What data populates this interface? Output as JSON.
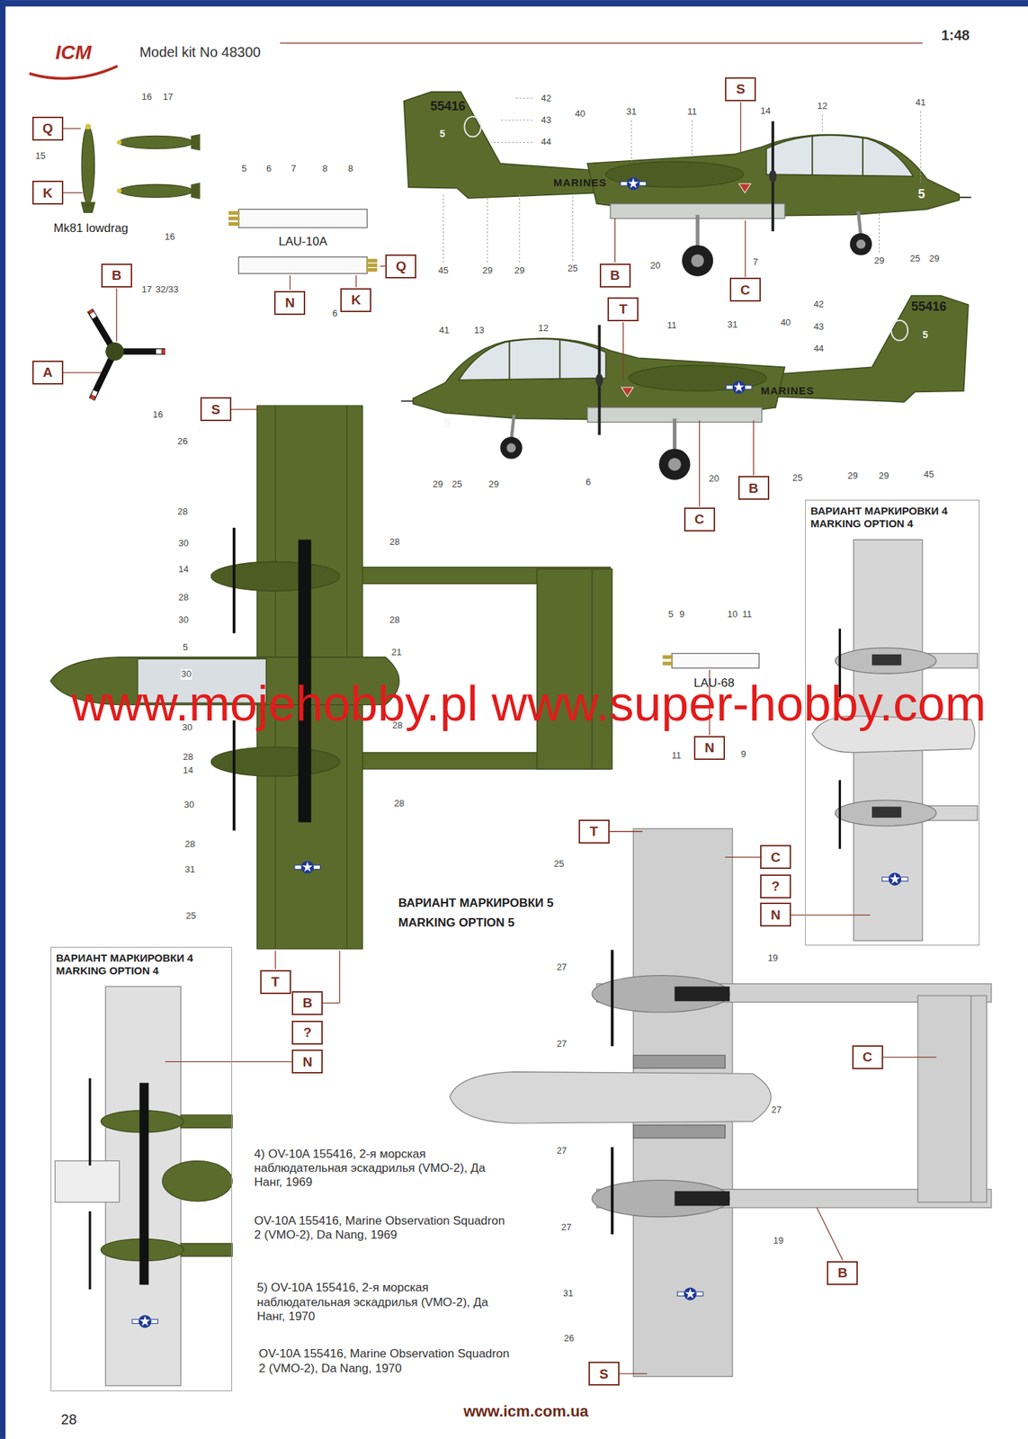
{
  "diagram": {
    "nodes": [
      {
        "text": [
          "Q"
        ]
      },
      {
        "text": [
          "K"
        ]
      },
      {
        "text": [
          "Q"
        ]
      },
      {
        "text": [
          "N"
        ]
      },
      {
        "text": [
          "K"
        ]
      },
      {
        "text": [
          "S"
        ]
      },
      {
        "text": [
          "B"
        ]
      },
      {
        "text": [
          "C"
        ]
      },
      {
        "text": [
          "B"
        ]
      },
      {
        "text": [
          "A"
        ]
      },
      {
        "text": [
          "T"
        ]
      },
      {
        "text": [
          "B"
        ]
      },
      {
        "text": [
          "C"
        ]
      },
      {
        "text": [
          "S"
        ]
      },
      {
        "text": [
          "N"
        ]
      },
      {
        "text": [
          "ВАРИАНТ МАРКИРОВКИ 4",
          "MARKING OPTION 4"
        ]
      },
      {
        "text": [
          "T"
        ]
      },
      {
        "text": [
          "C"
        ]
      },
      {
        "text": [
          "?"
        ]
      },
      {
        "text": [
          "N"
        ]
      },
      {
        "text": [
          "ВАРИАНТ МАРКИРОВКИ 4",
          "MARKING OPTION 4"
        ]
      },
      {
        "text": [
          "T"
        ]
      },
      {
        "text": [
          "B"
        ]
      },
      {
        "text": [
          "?"
        ]
      },
      {
        "text": [
          "N"
        ]
      },
      {
        "text": [
          "C"
        ]
      },
      {
        "text": [
          "B"
        ]
      },
      {
        "text": [
          "S"
        ]
      }
    ],
    "labels": [
      "ICM",
      "Model kit No 48300",
      "1:48",
      "16",
      "17",
      "15",
      "Mk81 lowdrag",
      "16",
      "5",
      "6",
      "7",
      "8",
      "8",
      "LAU-10A",
      "6",
      "17",
      "32/33",
      "16",
      "55416",
      "5",
      "MARINES",
      "5",
      "42",
      "43",
      "44",
      "40",
      "31",
      "11",
      "14",
      "12",
      "41",
      "45",
      "29",
      "29",
      "25",
      "20",
      "7",
      "29",
      "25",
      "29",
      "55416",
      "5",
      "MARINES",
      "5",
      "41",
      "13",
      "12",
      "11",
      "31",
      "40",
      "42",
      "43",
      "44",
      "29",
      "25",
      "29",
      "6",
      "20",
      "25",
      "29",
      "29",
      "45",
      "26",
      "28",
      "30",
      "14",
      "28",
      "30",
      "5",
      "30",
      "30",
      "28",
      "14",
      "30",
      "28",
      "31",
      "25",
      "28",
      "28",
      "21",
      "28",
      "28",
      "5",
      "9",
      "10",
      "11",
      "LAU-68",
      "11",
      "9",
      "www.mojehobby.pl www.super-hobby.com",
      "ВАРИАНТ МАРКИРОВКИ 5",
      "MARKING OPTION 5",
      "25",
      "19",
      "27",
      "27",
      "27",
      "27",
      "27",
      "19",
      "31",
      "26",
      "4) OV-10A 155416, 2-я морская наблюдательная эскадрилья (VMO-2), Да Нанг, 1969",
      "OV-10A 155416, Marine Observation Squadron 2 (VMO-2), Da Nang, 1969",
      "5) OV-10A 155416, 2-я морская наблюдательная эскадрилья (VMO-2), Да Нанг, 1970",
      "OV-10A 155416, Marine Observation Squadron 2 (VMO-2), Da Nang, 1970",
      "28",
      "www.icm.com.ua"
    ]
  }
}
